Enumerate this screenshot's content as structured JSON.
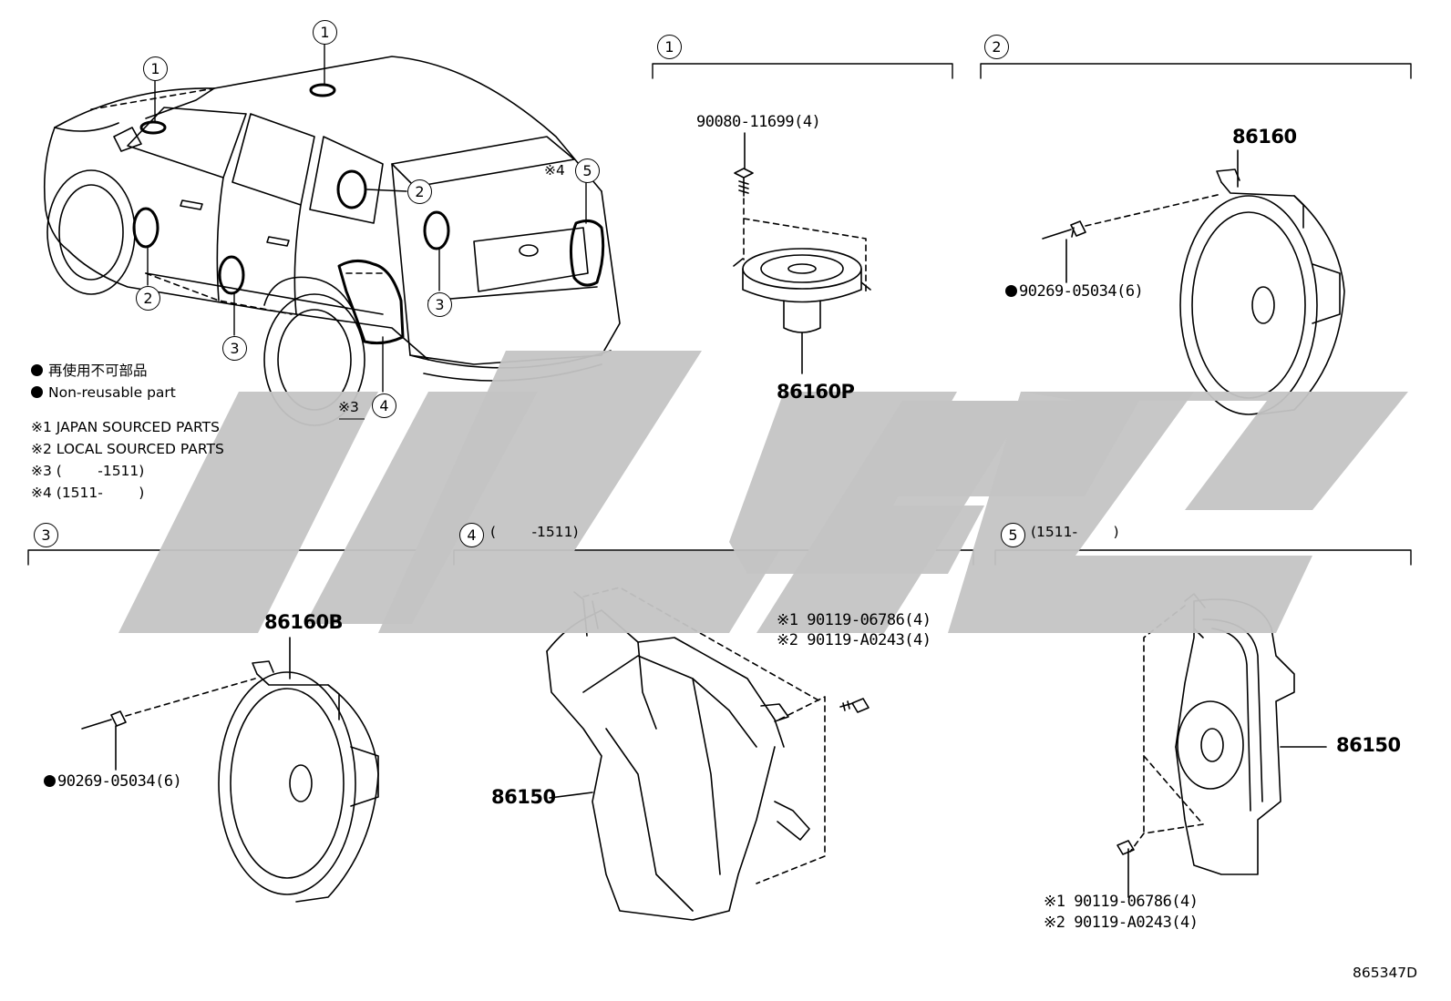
{
  "callouts": {
    "c1": "1",
    "c2": "2",
    "c3": "3",
    "c4": "4",
    "c5": "5",
    "note3_mark": "※3",
    "note4_mark": "※4"
  },
  "sections": [
    {
      "num": "1",
      "range": ""
    },
    {
      "num": "2",
      "range": ""
    },
    {
      "num": "3",
      "range": ""
    },
    {
      "num": "4",
      "range": "(        -1511)"
    },
    {
      "num": "5",
      "range": "(1511-        )"
    }
  ],
  "legend": {
    "non_reusable_jp": "再使用不可部品",
    "non_reusable_en": "Non-reusable part",
    "notes": [
      "※1 JAPAN SOURCED PARTS",
      "※2 LOCAL SOURCED PARTS",
      "※3 (        -1511)",
      "※4 (1511-        )"
    ]
  },
  "parts": {
    "s1_screw": "90080-11699(4)",
    "s1_speaker": "86160P",
    "s2_speaker": "86160",
    "s2_clip": "90269-05034(6)",
    "s3_speaker": "86160B",
    "s3_clip": "90269-05034(6)",
    "s4_screw_1": "※1 90119-06786(4)",
    "s4_screw_2": "※2 90119-A0243(4)",
    "s4_box": "86150",
    "s5_box": "86150",
    "s5_screw_1": "※1 90119-06786(4)",
    "s5_screw_2": "※2 90119-A0243(4)"
  },
  "diagram_id": "865347D",
  "colors": {
    "line": "#000000",
    "watermark": "#c4c4c4",
    "background": "#ffffff"
  }
}
